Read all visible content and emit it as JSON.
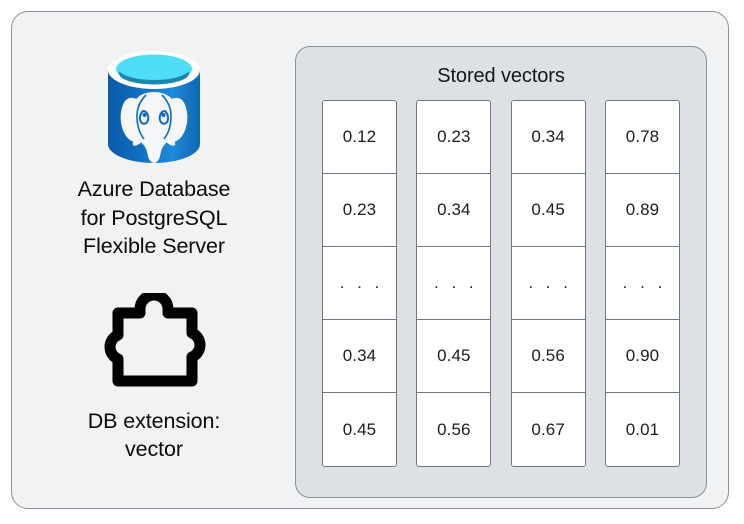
{
  "diagram": {
    "left_pane": {
      "database_logo": {
        "icon": "azure-postgresql-database-cylinder-icon",
        "colors": {
          "cylinder_top_outer": "#4fdcf7",
          "cylinder_top_inner": "#1a86b2",
          "cylinder_body_dark": "#0b5ead",
          "cylinder_body_light": "#2394e2",
          "elephant": "#f4f6f8"
        },
        "caption_lines": [
          "Azure Database",
          "for PostgreSQL",
          "Flexible Server"
        ]
      },
      "extension": {
        "icon": "puzzle-piece-icon",
        "icon_color": "#000000",
        "caption_lines": [
          "DB extension:",
          "vector"
        ]
      }
    },
    "vectors_panel": {
      "title": "Stored vectors",
      "panel_fill": "#dde1e6",
      "panel_border": "#8c9199",
      "cell_fill": "#ffffff",
      "cell_border": "#70757f",
      "columns": [
        {
          "cells": [
            "0.12",
            "0.23",
            ". . .",
            "0.34",
            "0.45"
          ]
        },
        {
          "cells": [
            "0.23",
            "0.34",
            ". . .",
            "0.45",
            "0.56"
          ]
        },
        {
          "cells": [
            "0.34",
            "0.45",
            ". . .",
            "0.56",
            "0.67"
          ]
        },
        {
          "cells": [
            "0.78",
            "0.89",
            ". . .",
            "0.90",
            "0.01"
          ]
        }
      ]
    },
    "frame": {
      "fill": "#f1f2f3",
      "border": "#8c9199"
    }
  }
}
